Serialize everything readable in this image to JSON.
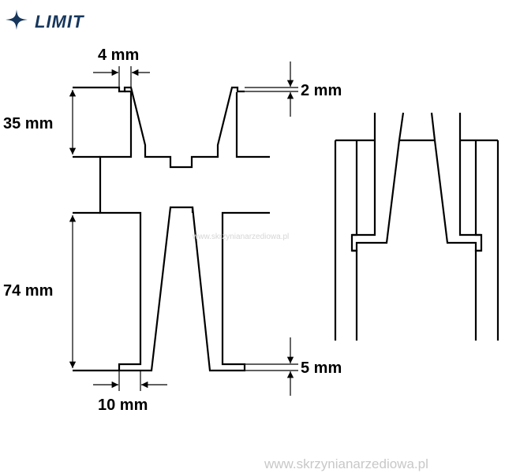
{
  "logo": {
    "text": "LIMIT",
    "color": "#16365c",
    "mark": "sparkle-star-icon"
  },
  "dimensions": {
    "upper_jaw_tip_width": "4 mm",
    "upper_step_height": "2 mm",
    "upper_jaw_length": "35 mm",
    "lower_jaw_length": "74 mm",
    "lower_step_height": "5 mm",
    "lower_jaw_tip_width": "10 mm"
  },
  "watermarks": {
    "center": "www.skrzynianarzediowa.pl",
    "footer": "www.skrzynianarzediowa.pl"
  },
  "colors": {
    "line": "#000000",
    "watermark": "#c8c8c8"
  }
}
